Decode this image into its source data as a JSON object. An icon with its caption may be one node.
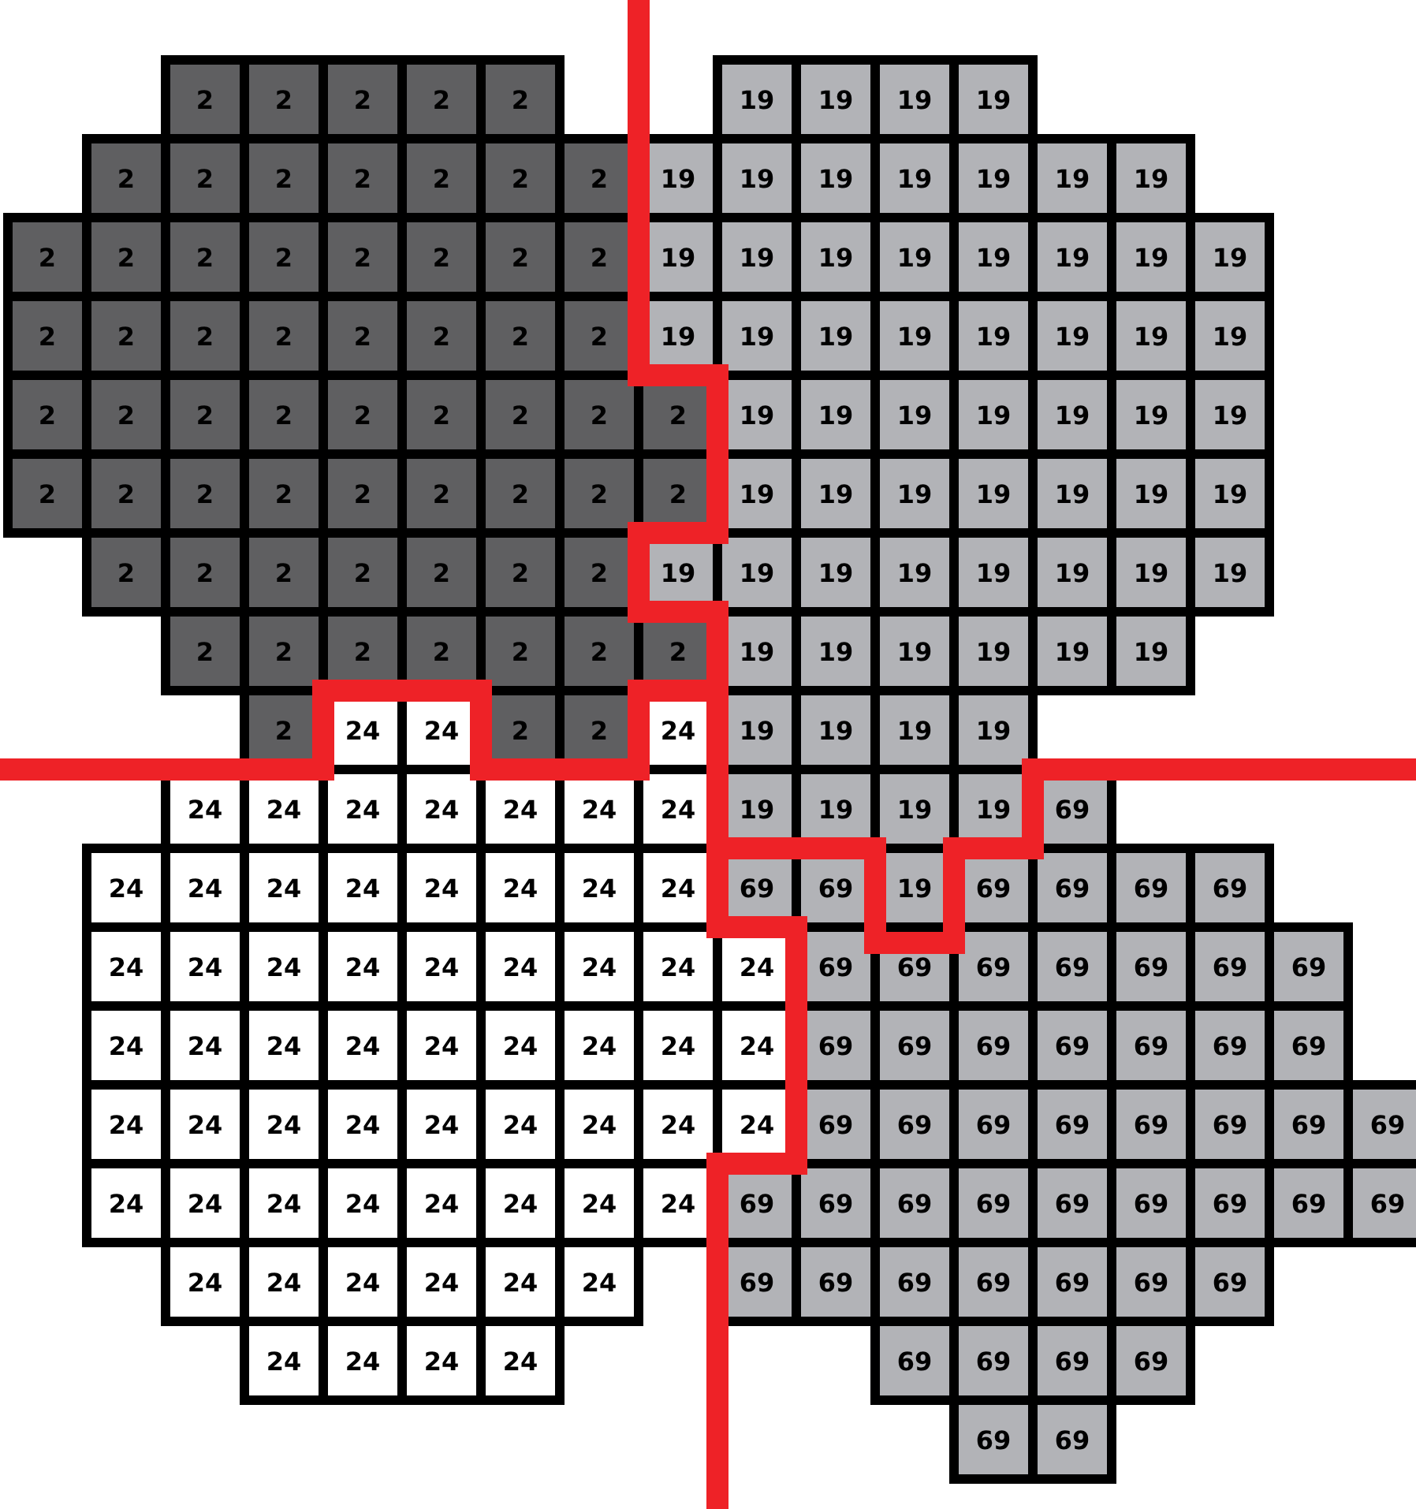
{
  "diagram": {
    "labels": [
      "2",
      "2",
      "2",
      "2",
      "2",
      "19",
      "19",
      "19",
      "19",
      "2",
      "2",
      "2",
      "2",
      "2",
      "2",
      "2",
      "19",
      "19",
      "19",
      "19",
      "19",
      "19",
      "19",
      "2",
      "2",
      "2",
      "2",
      "2",
      "2",
      "2",
      "2",
      "19",
      "19",
      "19",
      "19",
      "19",
      "19",
      "19",
      "19",
      "2",
      "2",
      "2",
      "2",
      "2",
      "2",
      "2",
      "2",
      "19",
      "19",
      "19",
      "19",
      "19",
      "19",
      "19",
      "19",
      "2",
      "2",
      "2",
      "2",
      "2",
      "2",
      "2",
      "2",
      "2",
      "19",
      "19",
      "19",
      "19",
      "19",
      "19",
      "19",
      "2",
      "2",
      "2",
      "2",
      "2",
      "2",
      "2",
      "2",
      "2",
      "19",
      "19",
      "19",
      "19",
      "19",
      "19",
      "19",
      "2",
      "2",
      "2",
      "2",
      "2",
      "2",
      "2",
      "19",
      "19",
      "19",
      "19",
      "19",
      "19",
      "19",
      "19",
      "2",
      "2",
      "2",
      "2",
      "2",
      "2",
      "2",
      "19",
      "19",
      "19",
      "19",
      "19",
      "19",
      "2",
      "24",
      "24",
      "2",
      "2",
      "24",
      "19",
      "19",
      "19",
      "19",
      "24",
      "24",
      "24",
      "24",
      "24",
      "24",
      "24",
      "19",
      "19",
      "19",
      "19",
      "69",
      "24",
      "24",
      "24",
      "24",
      "24",
      "24",
      "24",
      "24",
      "69",
      "69",
      "19",
      "69",
      "69",
      "69",
      "69",
      "24",
      "24",
      "24",
      "24",
      "24",
      "24",
      "24",
      "24",
      "24",
      "69",
      "69",
      "69",
      "69",
      "69",
      "69",
      "69",
      "24",
      "24",
      "24",
      "24",
      "24",
      "24",
      "24",
      "24",
      "24",
      "69",
      "69",
      "69",
      "69",
      "69",
      "69",
      "69",
      "24",
      "24",
      "24",
      "24",
      "24",
      "24",
      "24",
      "24",
      "24",
      "69",
      "69",
      "69",
      "69",
      "69",
      "69",
      "69",
      "69",
      "24",
      "24",
      "24",
      "24",
      "24",
      "24",
      "24",
      "24",
      "69",
      "69",
      "69",
      "69",
      "69",
      "69",
      "69",
      "69",
      "69",
      "24",
      "24",
      "24",
      "24",
      "24",
      "24",
      "69",
      "69",
      "69",
      "69",
      "69",
      "69",
      "69",
      "24",
      "24",
      "24",
      "24",
      "69",
      "69",
      "69",
      "69",
      "69",
      "69"
    ]
  }
}
